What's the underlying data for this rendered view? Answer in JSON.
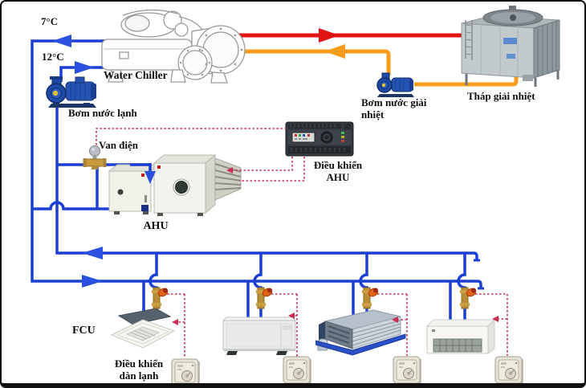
{
  "diagram": {
    "labels": {
      "temp_supply": "7°C",
      "temp_return": "12°C",
      "chiller": "Water Chiller",
      "chw_pump": "Bơm nước lạnh",
      "valve": "Van điện",
      "ahu": "AHU",
      "ahu_ctrl_l1": "Điều khiển",
      "ahu_ctrl_l2": "AHU",
      "cw_pump_l1": "Bơm nước giải",
      "cw_pump_l2": "nhiệt",
      "tower": "Tháp giải nhiệt",
      "fcu": "FCU",
      "fcu_ctrl_l1": "Điều khiển",
      "fcu_ctrl_l2": "dàn lạnh"
    },
    "colors": {
      "chilled_water_pipe": "#1b3fd4",
      "hot_water_pipe": "#e01512",
      "warm_return_pipe": "#f79d1e",
      "control_wire": "#c83052",
      "arrow_blue": "#2b50e0"
    }
  }
}
